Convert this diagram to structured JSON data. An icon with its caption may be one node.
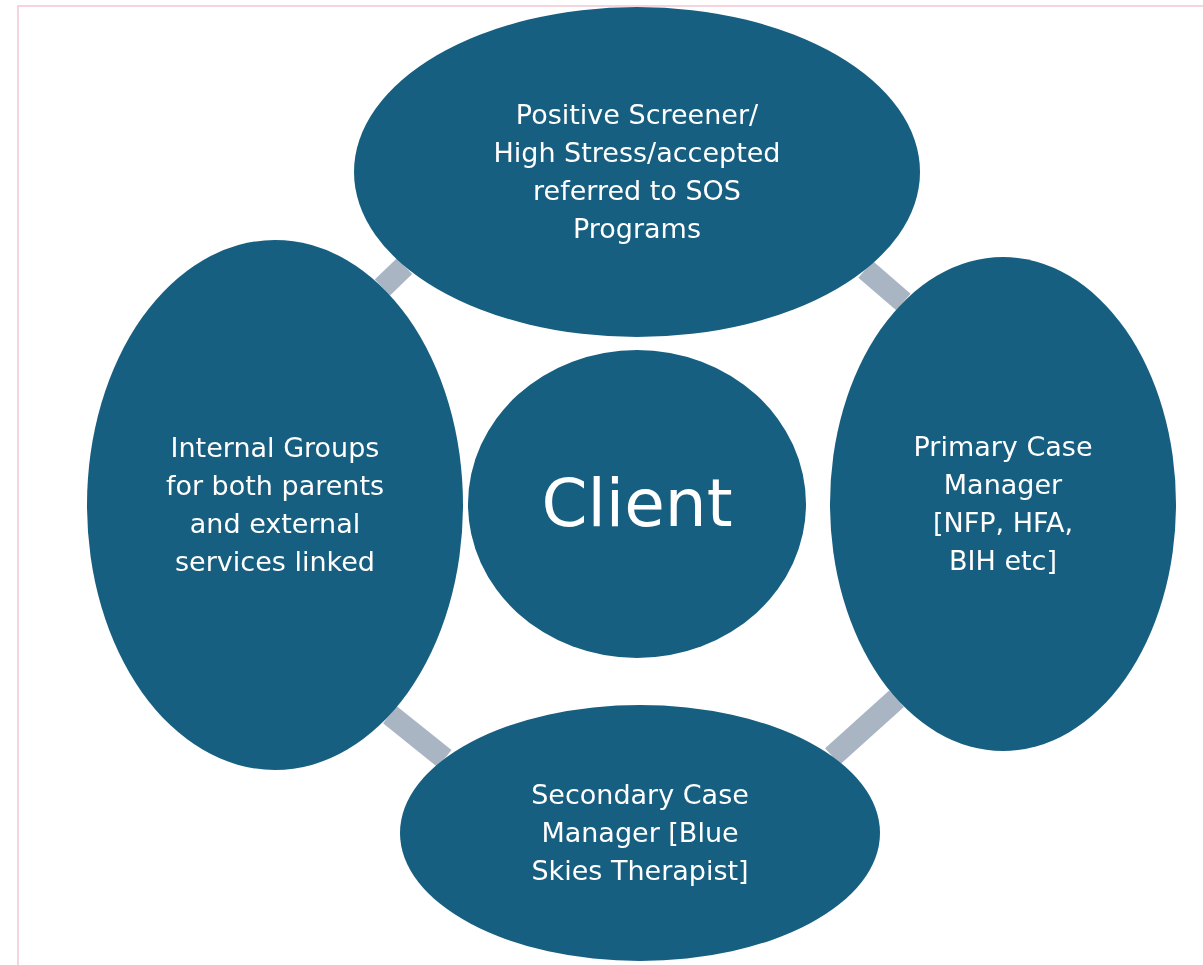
{
  "diagram": {
    "nodes": [
      {
        "text": [
          "Positive Screener/ High Stress/accepted referred to SOS Programs"
        ]
      },
      {
        "text": [
          "Primary Case Manager [NFP, HFA, BIH etc]"
        ]
      },
      {
        "text": [
          "Secondary Case Manager [Blue Skies Therapist]"
        ]
      },
      {
        "text": [
          "Internal Groups for both parents and external services linked"
        ]
      },
      {
        "text": [
          "Client"
        ]
      }
    ],
    "edges": [
      {
        "from": 0,
        "to": 1,
        "arrow": "none"
      },
      {
        "from": 1,
        "to": 2,
        "arrow": "none"
      },
      {
        "from": 2,
        "to": 3,
        "arrow": "none"
      },
      {
        "from": 3,
        "to": 0,
        "arrow": "none"
      }
    ]
  }
}
